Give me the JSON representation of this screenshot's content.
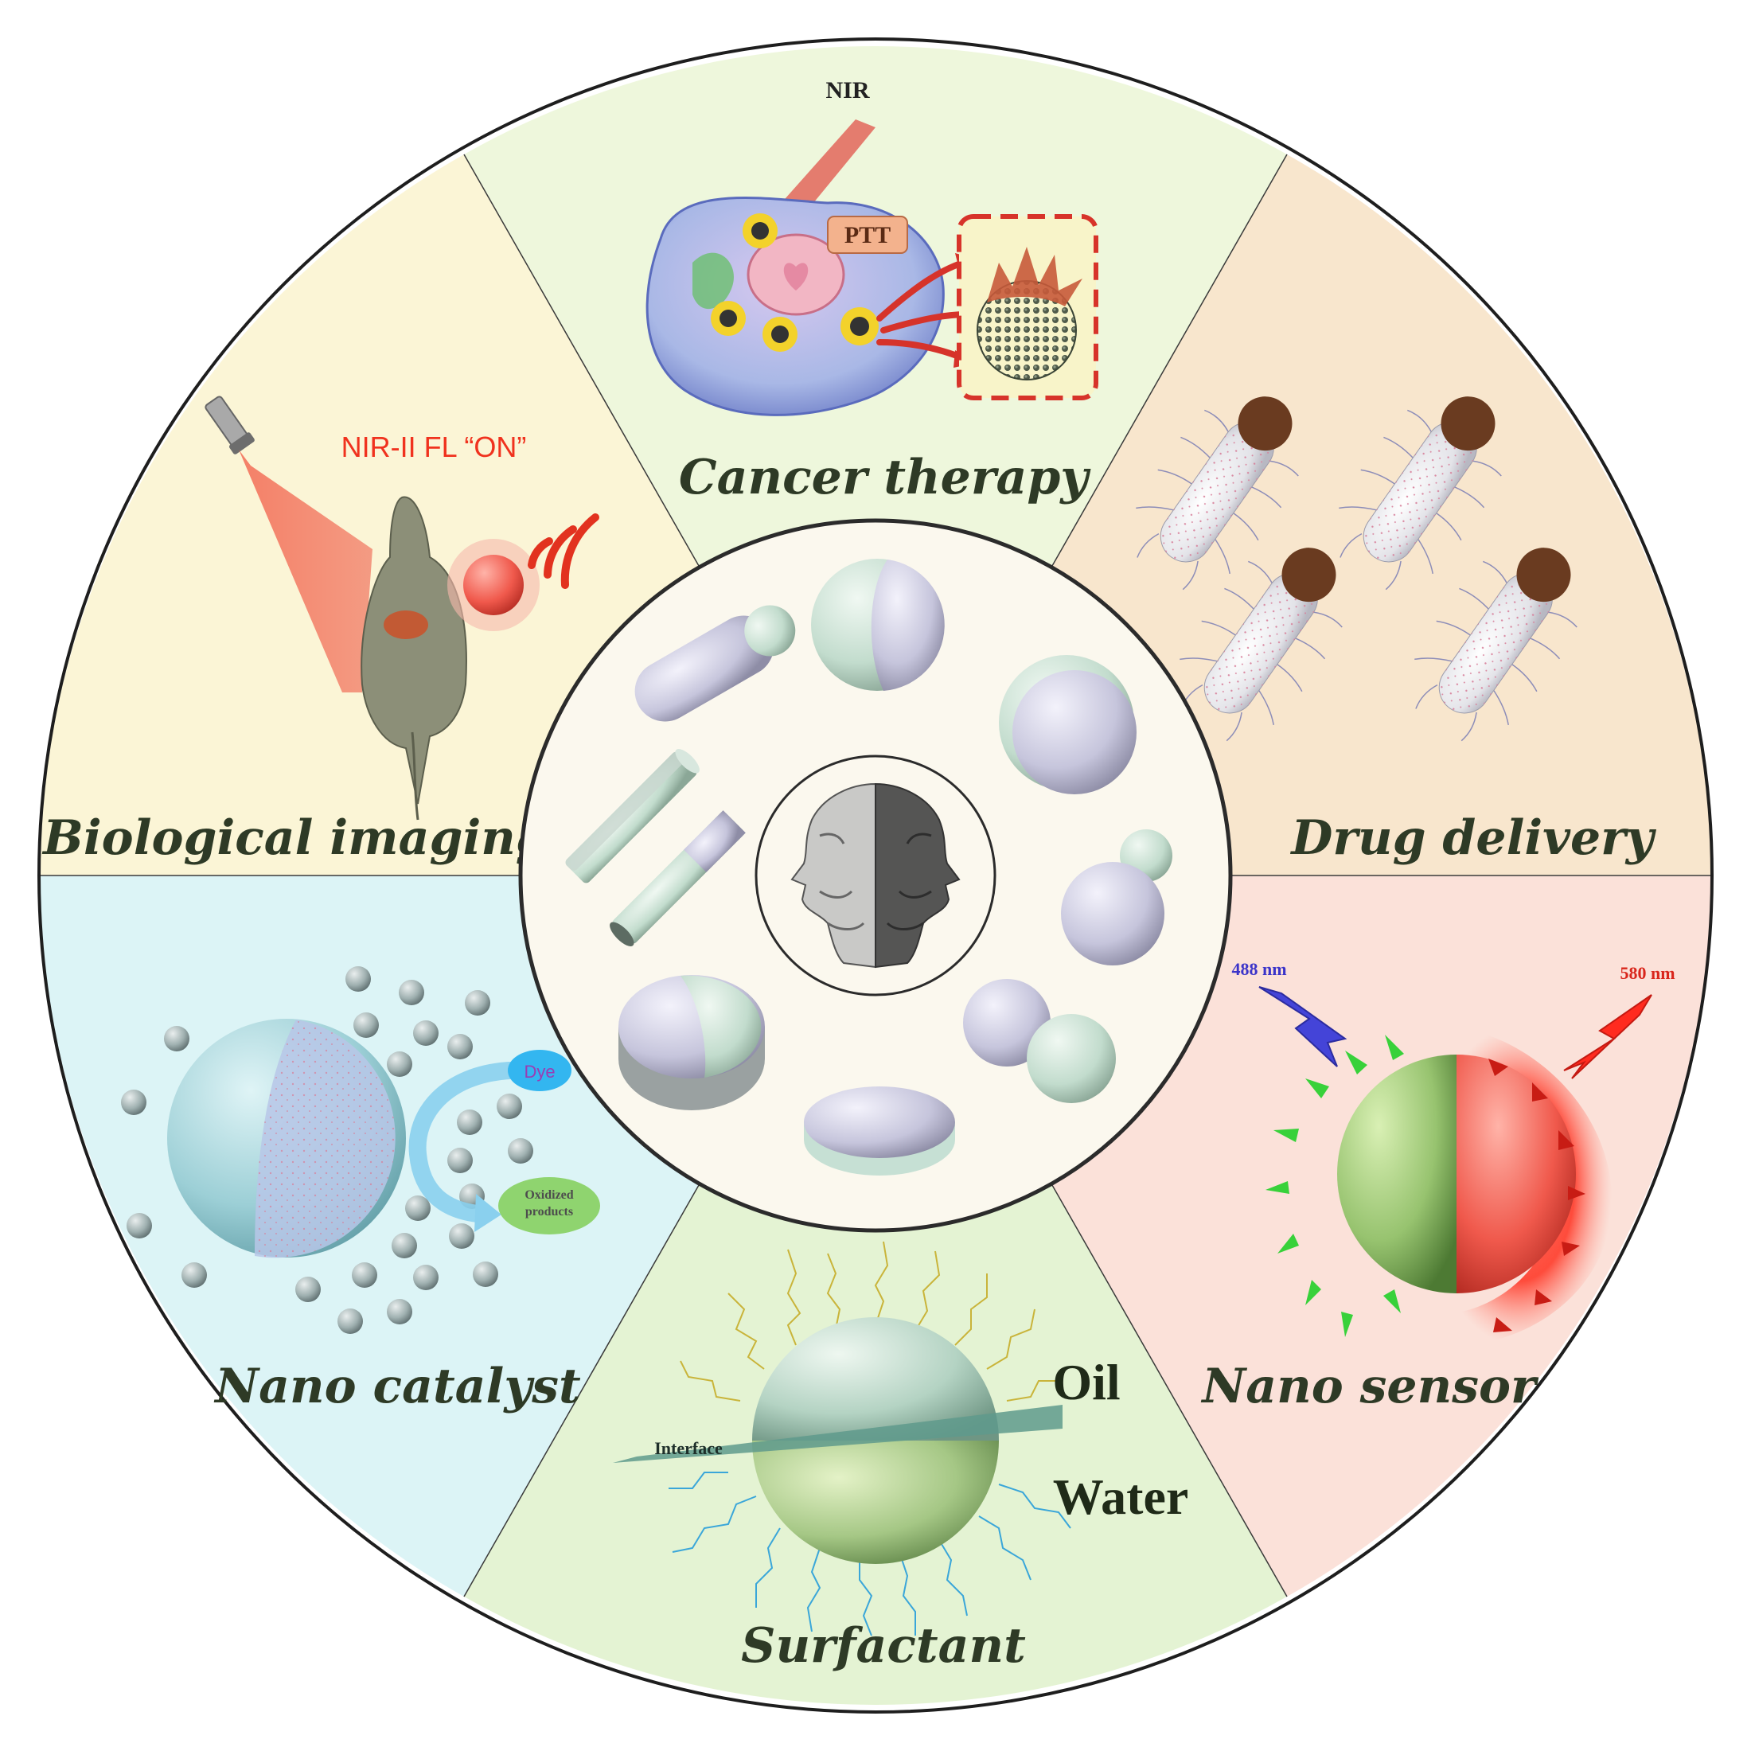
{
  "segments": {
    "cancer_therapy": {
      "label": "Cancer therapy",
      "nir": "NIR",
      "ptt": "PTT",
      "color": "#eef7dc"
    },
    "drug_delivery": {
      "label": "Drug delivery",
      "color": "#f8e6cd"
    },
    "nano_sensor": {
      "label": "Nano sensor",
      "excite": "488 nm",
      "emit": "580 nm",
      "color": "#fbe1d9"
    },
    "surfactant": {
      "label": "Surfactant",
      "oil": "Oil",
      "water": "Water",
      "interface": "Interface",
      "color": "#e4f3d3"
    },
    "nano_catalyst": {
      "label": "Nano catalyst",
      "dye": "Dye",
      "product_line1": "Oxidized",
      "product_line2": "products",
      "color": "#dcf4f6"
    },
    "biological_imaging": {
      "label": "Biological imaging",
      "signal": "NIR-II FL “ON”",
      "color": "#fbf5d6"
    }
  },
  "center": {
    "color": "#fbf8ee",
    "emblem": "janus-head-icon"
  }
}
